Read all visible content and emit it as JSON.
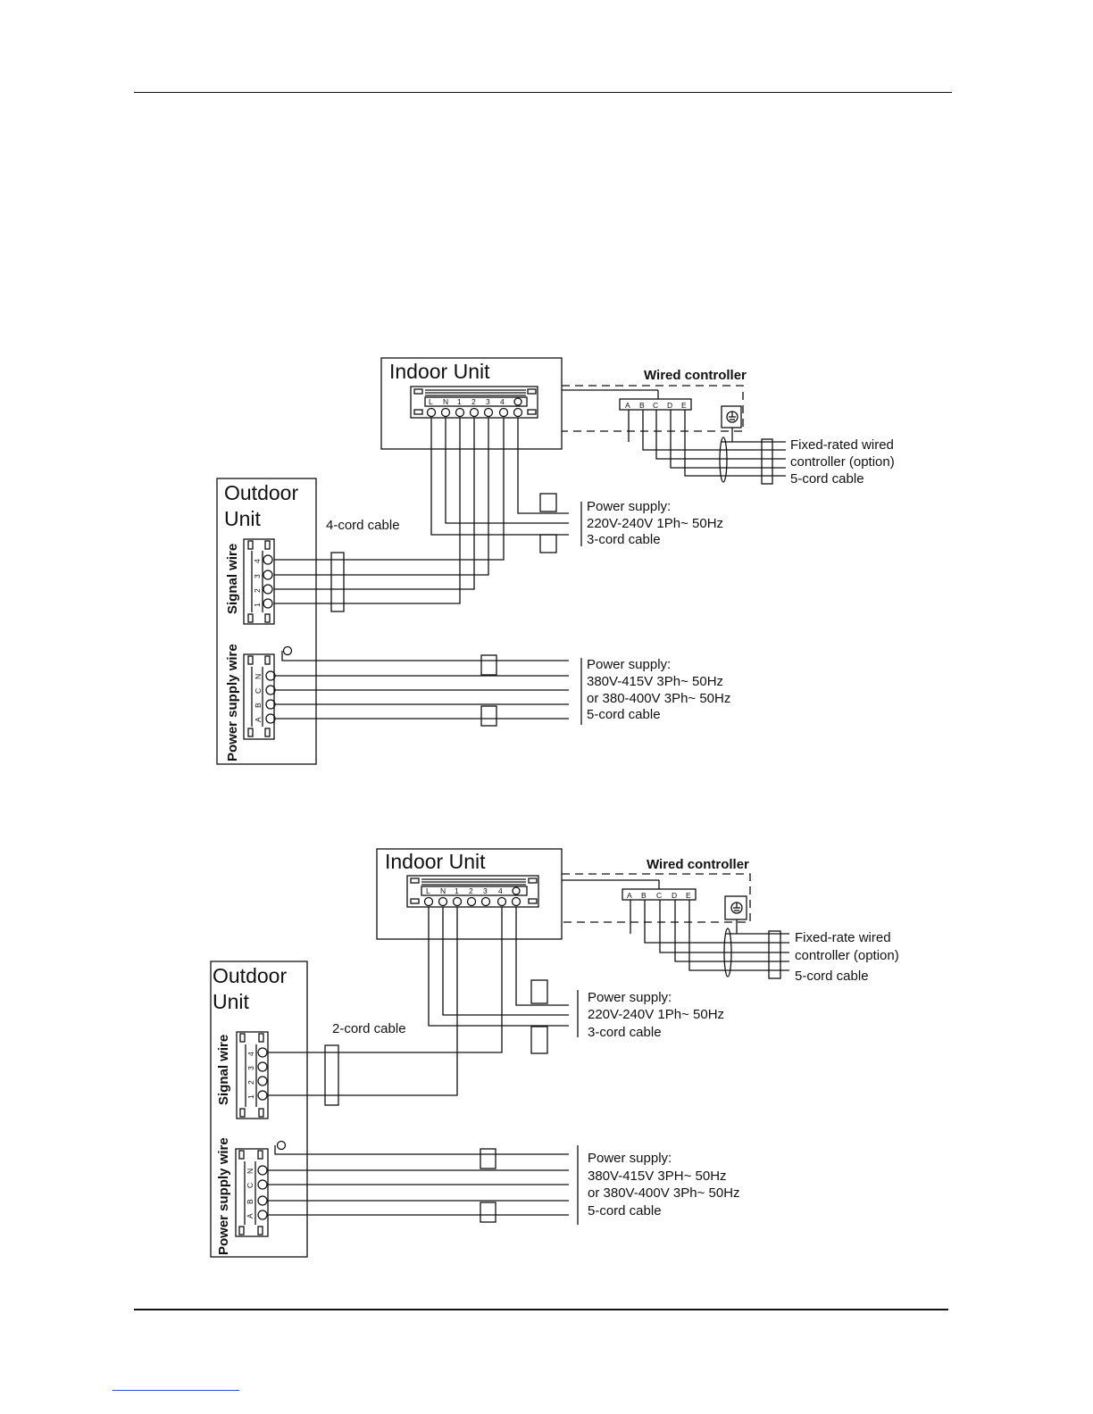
{
  "diagrams": [
    {
      "indoor_title": "Indoor Unit",
      "outdoor_title_line1": "Outdoor",
      "outdoor_title_line2": "Unit",
      "wired_controller": "Wired controller",
      "indoor_terminals": [
        "L",
        "N",
        "1",
        "2",
        "3",
        "4"
      ],
      "controller_terminals": [
        "A",
        "B",
        "C",
        "D",
        "E"
      ],
      "signal_wire": "Signal wire",
      "power_supply_wire": "Power supply wire",
      "signal_terminals": [
        "4",
        "3",
        "2",
        "1"
      ],
      "power_terminals": [
        "N",
        "C",
        "B",
        "A"
      ],
      "signal_cable": "4-cord cable",
      "controller_note": [
        "Fixed-rated wired",
        "controller (option)",
        "5-cord cable"
      ],
      "indoor_power": [
        "Power supply:",
        "220V-240V 1Ph~ 50Hz",
        "3-cord cable"
      ],
      "outdoor_power": [
        "Power supply:",
        "380V-415V 3Ph~ 50Hz",
        "or 380-400V 3Ph~ 50Hz",
        "5-cord cable"
      ]
    },
    {
      "indoor_title": "Indoor Unit",
      "outdoor_title_line1": "Outdoor",
      "outdoor_title_line2": "Unit",
      "wired_controller": "Wired controller",
      "indoor_terminals": [
        "L",
        "N",
        "1",
        "2",
        "3",
        "4"
      ],
      "controller_terminals": [
        "A",
        "B",
        "C",
        "D",
        "E"
      ],
      "signal_wire": "Signal wire",
      "power_supply_wire": "Power supply wire",
      "signal_terminals": [
        "4",
        "3",
        "2",
        "1"
      ],
      "power_terminals": [
        "N",
        "C",
        "B",
        "A"
      ],
      "signal_cable": "2-cord cable",
      "controller_note": [
        "Fixed-rate wired",
        "controller (option)",
        "5-cord cable"
      ],
      "indoor_power": [
        "Power supply:",
        "220V-240V 1Ph~ 50Hz",
        "3-cord cable"
      ],
      "outdoor_power": [
        "Power supply:",
        "380V-415V 3PH~ 50Hz",
        "or 380V-400V 3Ph~ 50Hz",
        "5-cord cable"
      ]
    }
  ]
}
